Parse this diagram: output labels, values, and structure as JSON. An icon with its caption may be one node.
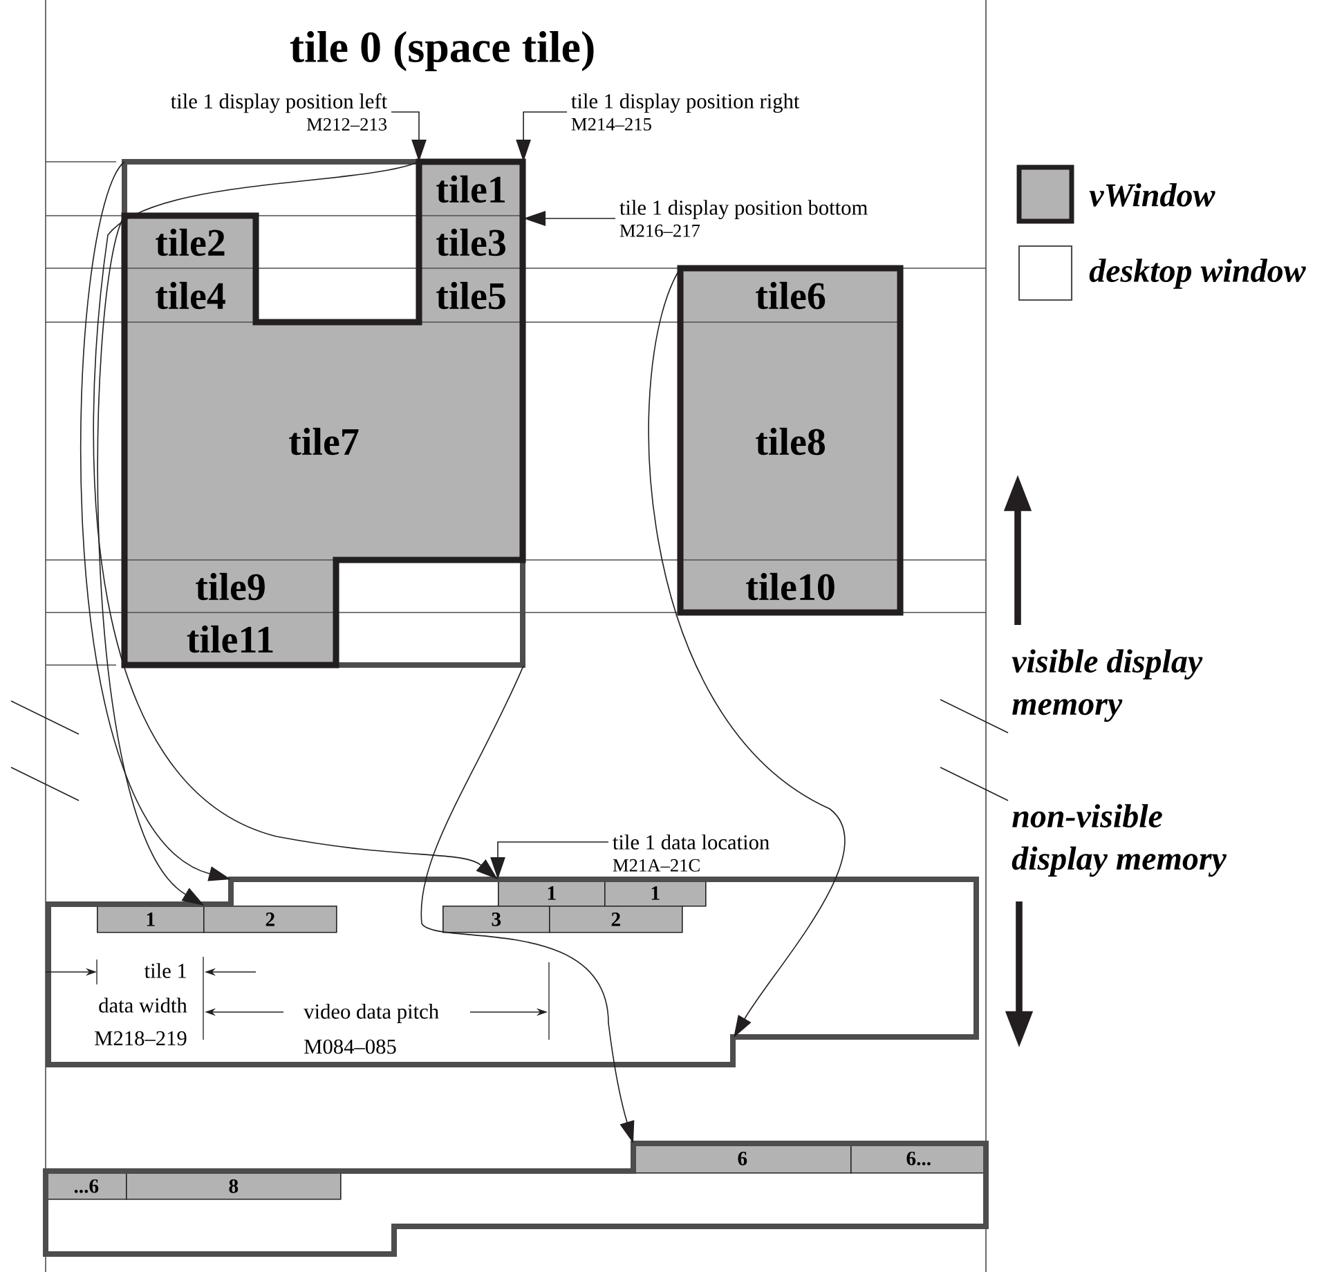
{
  "diagram": {
    "nodes": [
      {
        "text": [],
        "shape": "box"
      },
      {
        "text": [
          "tile1"
        ],
        "in": 0
      },
      {
        "text": [
          "tile2"
        ],
        "in": 0
      },
      {
        "text": [
          "tile3"
        ],
        "in": 0
      },
      {
        "text": [
          "tile4"
        ],
        "in": 0
      },
      {
        "text": [
          "tile5"
        ],
        "in": 0
      },
      {
        "text": [
          "tile7"
        ],
        "in": 0
      },
      {
        "text": [
          "tile9"
        ],
        "in": 0
      },
      {
        "text": [
          "tile11"
        ],
        "in": 0
      },
      {
        "text": [],
        "shape": "box"
      },
      {
        "text": [
          "tile6"
        ],
        "in": 9
      },
      {
        "text": [
          "tile8"
        ],
        "in": 9
      },
      {
        "text": [
          "tile10"
        ],
        "in": 9
      },
      {
        "text": [
          "tile 1 display position left",
          "M212–213"
        ]
      },
      {
        "text": [
          "tile 1 display position right",
          "M214–215"
        ]
      },
      {
        "text": [
          "tile 1 display position bottom",
          "M216–217"
        ]
      },
      {
        "text": [
          "tile 1 data location",
          "M21A–21C"
        ]
      },
      {
        "text": [],
        "shape": "box"
      },
      {
        "text": [
          "1"
        ],
        "in": 17
      },
      {
        "text": [
          "1"
        ],
        "in": 17
      },
      {
        "text": [
          "1"
        ],
        "in": 17
      },
      {
        "text": [
          "2"
        ],
        "in": 17
      },
      {
        "text": [
          "3"
        ],
        "in": 17
      },
      {
        "text": [
          "2"
        ],
        "in": 17
      },
      {
        "text": [],
        "shape": "box"
      },
      {
        "text": [
          "6"
        ],
        "in": 24
      },
      {
        "text": [
          "6..."
        ],
        "in": 24
      },
      {
        "text": [
          "...6"
        ],
        "in": 24
      },
      {
        "text": [
          "8"
        ],
        "in": 24
      }
    ],
    "edges": [
      {
        "from": 13,
        "to": 1,
        "arrow": "to"
      },
      {
        "from": 14,
        "to": 1,
        "arrow": "to"
      },
      {
        "from": 15,
        "to": 1,
        "arrow": "to"
      },
      {
        "from": 16,
        "to": 18,
        "arrow": "to"
      },
      {
        "from": 0,
        "to": 17,
        "arrow": "to"
      },
      {
        "from": 2,
        "to": 20,
        "arrow": "to"
      },
      {
        "from": 1,
        "to": 18,
        "arrow": "to"
      },
      {
        "from": 10,
        "to": 17,
        "arrow": "to"
      },
      {
        "from": 0,
        "to": 25,
        "arrow": "to"
      }
    ],
    "labels": [
      "tile 0 (space tile)",
      "tile 1",
      "data width",
      "M218–219",
      "video data pitch",
      "M084–085",
      "visible display memory",
      "non-visible display memory"
    ],
    "legend": [
      {
        "text": "vWindow",
        "color": "#b3b3b3"
      },
      {
        "text": "desktop window",
        "color": "#ffffff"
      }
    ]
  }
}
